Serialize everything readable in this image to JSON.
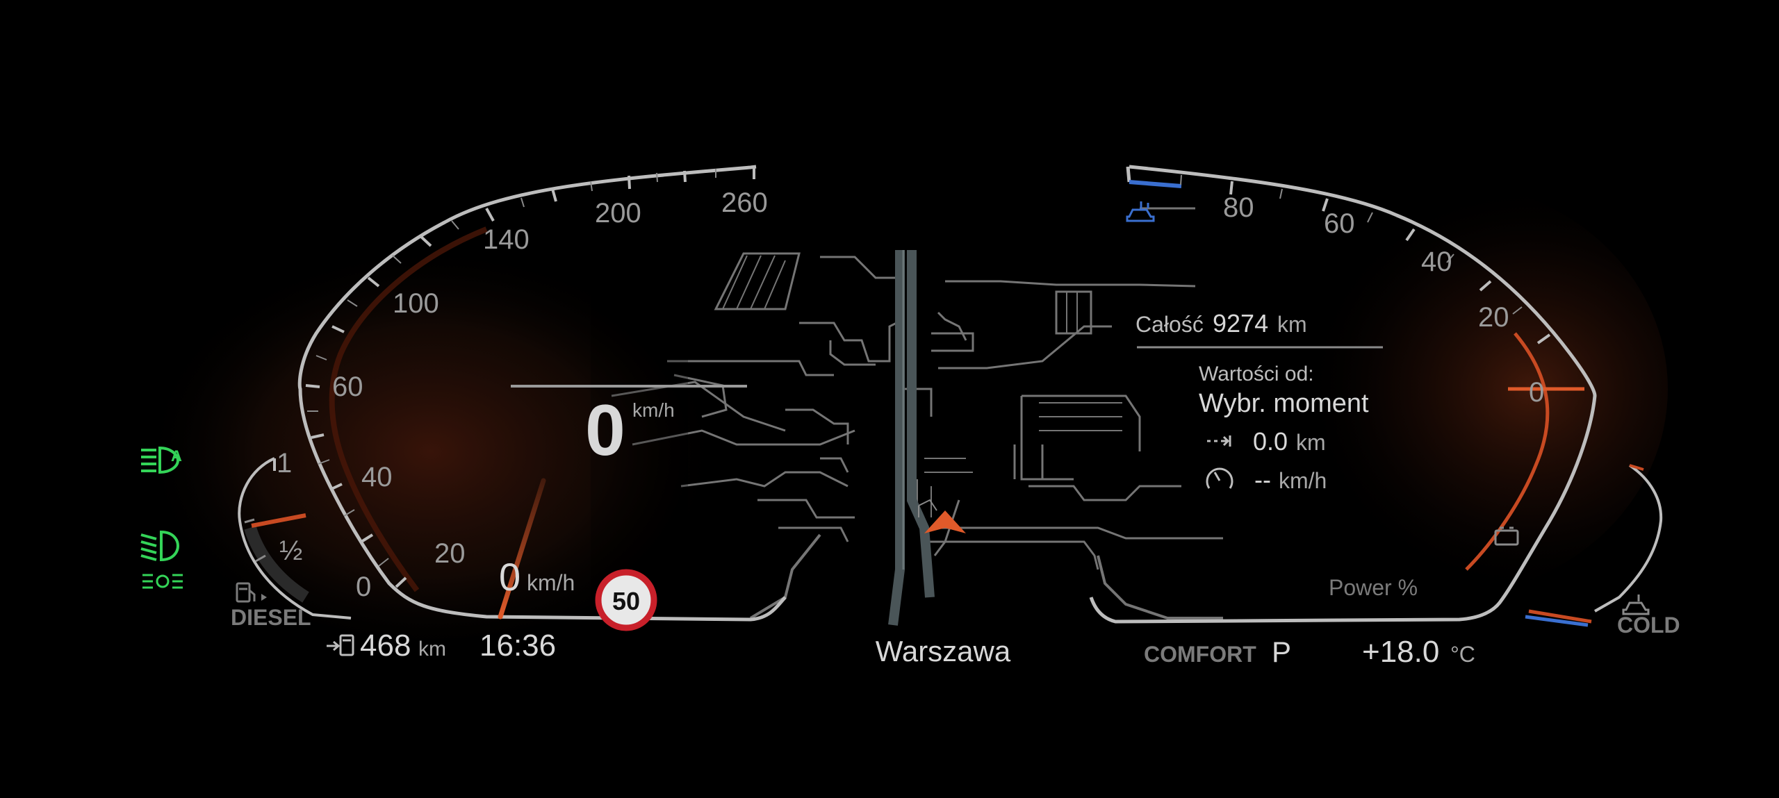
{
  "speedometer": {
    "ticks": [
      "20",
      "40",
      "60",
      "100",
      "140",
      "200",
      "260"
    ],
    "speed": "0",
    "speed_unit": "km/h",
    "needle_speed": "0",
    "needle_unit": "km/h",
    "speed_limit": "50"
  },
  "fuel_gauge": {
    "labels": [
      "1",
      "½",
      "0"
    ],
    "fuel_label": "DIESEL",
    "range_value": "468",
    "range_unit": "km"
  },
  "clock": "16:36",
  "navigation": {
    "city": "Warszawa"
  },
  "trip_panel": {
    "total_label": "Całość",
    "total_value": "9274",
    "total_unit": "km",
    "since_label": "Wartości od:",
    "since_value": "Wybr. moment",
    "distance_value": "0.0",
    "distance_unit": "km",
    "avg_speed_value": "--",
    "avg_speed_unit": "km/h"
  },
  "power_gauge": {
    "ticks": [
      "80",
      "60",
      "40",
      "20",
      "0"
    ],
    "label": "Power %"
  },
  "coolant_gauge": {
    "label": "COLD"
  },
  "status_bar": {
    "drive_mode": "COMFORT",
    "gear": "P",
    "outside_temp": "+18.0",
    "temp_unit": "°C"
  },
  "indicators": {
    "auto_headlight_color": "#34d458",
    "low_beam_color": "#34d458",
    "parking_light_color": "#34d458"
  },
  "colors": {
    "accent_orange": "#e05a2a",
    "cruise_blue": "#3a6fd0"
  }
}
